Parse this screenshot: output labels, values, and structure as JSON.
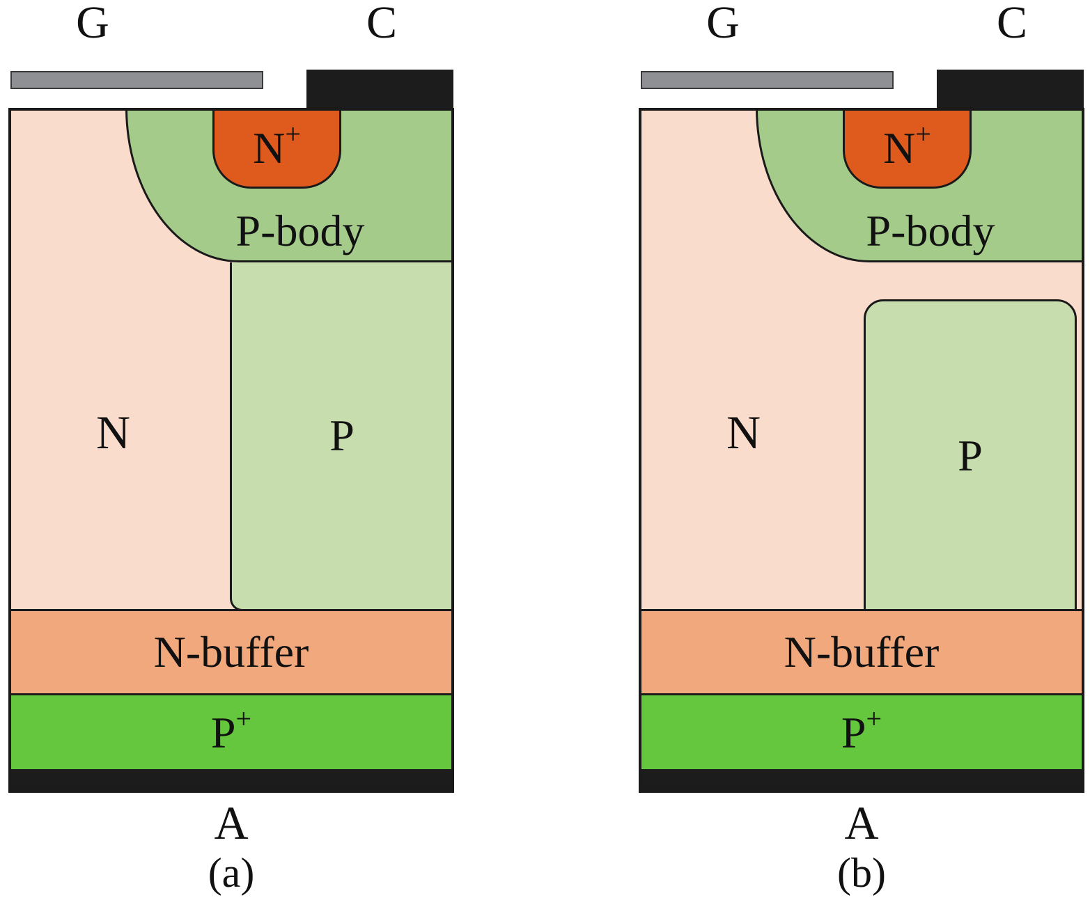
{
  "colors": {
    "n-region": "#f9dccc",
    "p-body": "#a4cb89",
    "n-plus": "#de5a1d",
    "p-region": "#c7ddad",
    "n-buffer": "#f2a87d",
    "p-plus": "#65c73d",
    "electrode-black": "#1c1c1c",
    "electrode-gray": "#8f9093",
    "outline": "#1a1a1a"
  },
  "diagrams": [
    {
      "caption": "(a)",
      "terminals": {
        "gate": "G",
        "cathode": "C",
        "anode": "A"
      },
      "regions": {
        "n_drift": "N",
        "p_body": "P-body",
        "n_plus_base": "N",
        "n_plus_sup": "+",
        "p_well": "P",
        "n_buffer": "N-buffer",
        "p_plus_base": "P",
        "p_plus_sup": "+"
      }
    },
    {
      "caption": "(b)",
      "terminals": {
        "gate": "G",
        "cathode": "C",
        "anode": "A"
      },
      "regions": {
        "n_drift": "N",
        "p_body": "P-body",
        "n_plus_base": "N",
        "n_plus_sup": "+",
        "p_well": "P",
        "n_buffer": "N-buffer",
        "p_plus_base": "P",
        "p_plus_sup": "+"
      }
    }
  ]
}
